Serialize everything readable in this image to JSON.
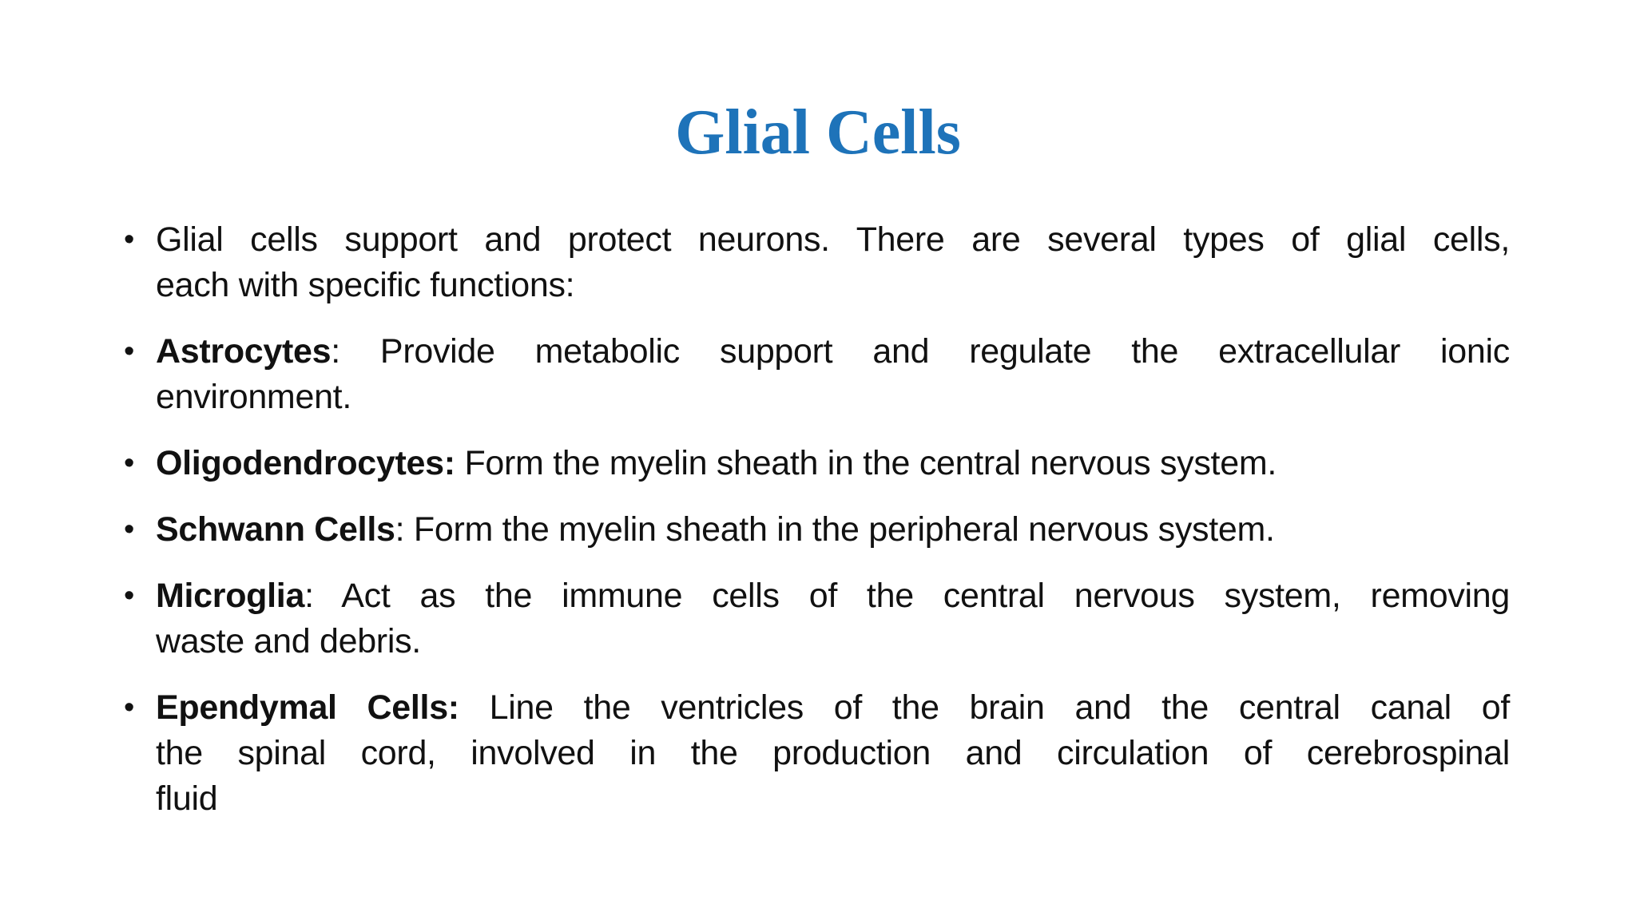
{
  "slide": {
    "title": "Glial Cells",
    "bullets": [
      {
        "bold": "",
        "lines": [
          "Glial cells support and protect neurons. There are several types of glial cells,",
          "each with specific functions:"
        ]
      },
      {
        "bold": "Astrocytes",
        "lines": [
          ": Provide metabolic support and regulate the extracellular ionic",
          "environment."
        ]
      },
      {
        "bold": "Oligodendrocytes:",
        "lines": [
          " Form the myelin sheath in the central nervous system."
        ]
      },
      {
        "bold": "Schwann Cells",
        "lines": [
          ": Form the myelin sheath in the peripheral nervous system."
        ]
      },
      {
        "bold": "Microglia",
        "lines": [
          ": Act as the immune cells of the central nervous system, removing",
          "waste and debris."
        ]
      },
      {
        "bold": "Ependymal Cells:",
        "lines": [
          " Line the ventricles of the brain and the central canal of",
          "the spinal cord, involved in the production and circulation of cerebrospinal",
          "fluid"
        ]
      }
    ]
  },
  "icons": {
    "bullet": "•"
  },
  "colors": {
    "title": "#1E73B9",
    "body_text": "#111111",
    "background": "#FFFFFF"
  }
}
